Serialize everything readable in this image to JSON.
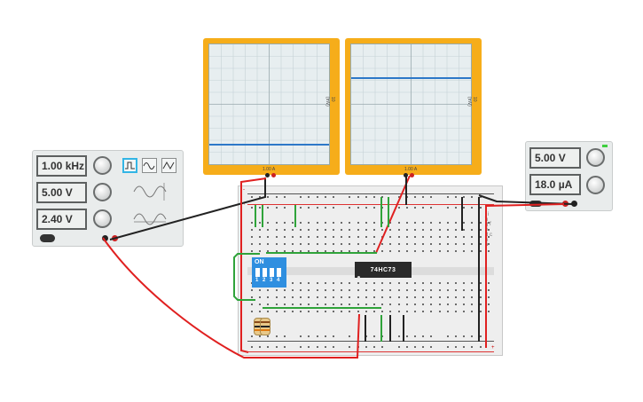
{
  "function_generator": {
    "frequency": "1.00 kHz",
    "amplitude": "5.00 V",
    "offset": "2.40 V"
  },
  "oscilloscope_left": {
    "bottom_label": "1.00 A",
    "side_label": "10 (mV)"
  },
  "oscilloscope_right": {
    "bottom_label": "1.00 A",
    "side_label": "10 (mV)"
  },
  "power_supply": {
    "voltage": "5.00 V",
    "current": "18.0 µA"
  },
  "chip": {
    "label": "74HC73"
  },
  "dip_switch": {
    "label": "ON",
    "numbers": [
      "1",
      "2",
      "3",
      "4"
    ]
  },
  "breadboard": {
    "row_letters_left": [
      "j",
      "i",
      "h",
      "g",
      "f",
      "e",
      "d",
      "c",
      "b",
      "a"
    ],
    "row_letters_right": "j i h g f e d c b a",
    "plus": "+",
    "minus": "-"
  },
  "colors": {
    "wire_red": "#e02020",
    "wire_black": "#222222",
    "wire_green": "#2fa33a",
    "trace_blue": "#2d78c8",
    "scope_case": "#f6ad1a"
  }
}
